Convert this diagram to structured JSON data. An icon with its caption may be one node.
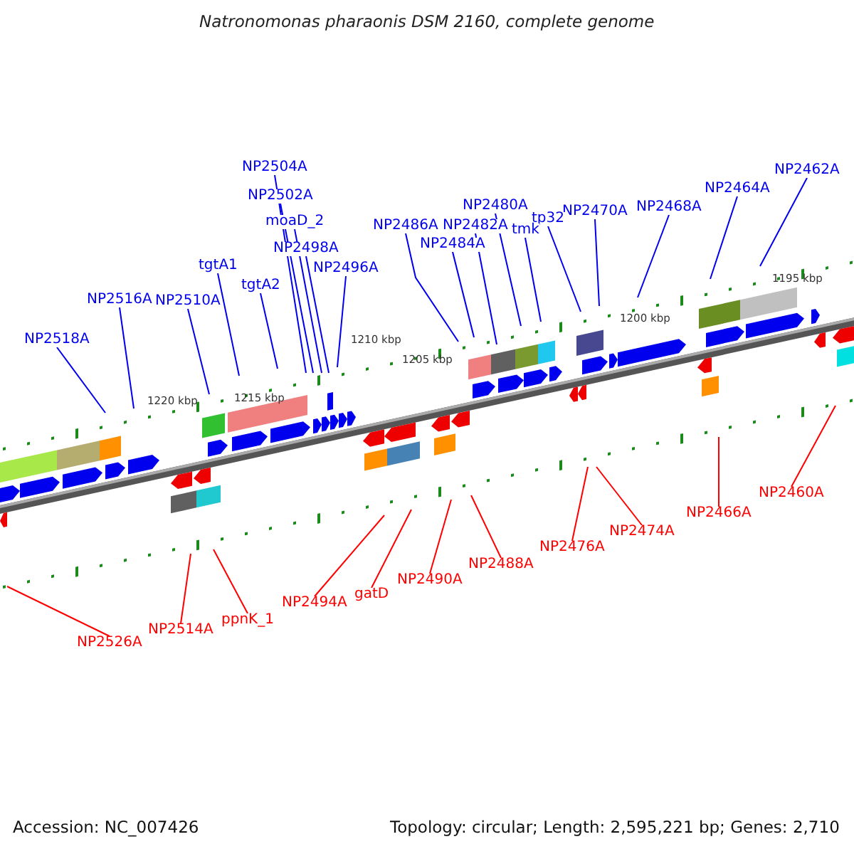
{
  "diagram": {
    "title": "Natronomonas pharaonis DSM 2160, complete genome",
    "nodes": [
      {
        "text": [
          "NP2504A"
        ]
      },
      {
        "text": [
          "NP2462A"
        ]
      },
      {
        "text": [
          "NP2502A"
        ]
      },
      {
        "text": [
          "NP2464A"
        ]
      },
      {
        "text": [
          "NP2480A"
        ]
      },
      {
        "text": [
          "NP2468A"
        ]
      },
      {
        "text": [
          "NP2470A"
        ]
      },
      {
        "text": [
          "tp32"
        ]
      },
      {
        "text": [
          "moaD_2"
        ]
      },
      {
        "text": [
          "NP2486A"
        ]
      },
      {
        "text": [
          "NP2482A"
        ]
      },
      {
        "text": [
          "tmk"
        ]
      },
      {
        "text": [
          "NP2484A"
        ]
      },
      {
        "text": [
          "NP2498A"
        ]
      },
      {
        "text": [
          "tgtA1"
        ]
      },
      {
        "text": [
          "NP2496A"
        ]
      },
      {
        "text": [
          "tgtA2"
        ]
      },
      {
        "text": [
          "NP2516A"
        ]
      },
      {
        "text": [
          "NP2510A"
        ]
      },
      {
        "text": [
          "NP2518A"
        ]
      },
      {
        "text": [
          "NP2460A"
        ]
      },
      {
        "text": [
          "NP2466A"
        ]
      },
      {
        "text": [
          "NP2474A"
        ]
      },
      {
        "text": [
          "NP2476A"
        ]
      },
      {
        "text": [
          "NP2488A"
        ]
      },
      {
        "text": [
          "NP2490A"
        ]
      },
      {
        "text": [
          "gatD"
        ]
      },
      {
        "text": [
          "NP2494A"
        ]
      },
      {
        "text": [
          "ppnK_1"
        ]
      },
      {
        "text": [
          "NP2514A"
        ]
      },
      {
        "text": [
          "NP2526A"
        ]
      }
    ],
    "edges": [
      {
        "from": 0,
        "to": null,
        "arrow": "none"
      },
      {
        "from": 1,
        "to": null,
        "arrow": "none"
      },
      {
        "from": 2,
        "to": null,
        "arrow": "none"
      },
      {
        "from": 3,
        "to": null,
        "arrow": "none"
      },
      {
        "from": 4,
        "to": null,
        "arrow": "none"
      },
      {
        "from": 5,
        "to": null,
        "arrow": "none"
      },
      {
        "from": 6,
        "to": null,
        "arrow": "none"
      },
      {
        "from": 7,
        "to": null,
        "arrow": "none"
      },
      {
        "from": 8,
        "to": null,
        "arrow": "none"
      },
      {
        "from": 9,
        "to": null,
        "arrow": "none"
      },
      {
        "from": 10,
        "to": null,
        "arrow": "none"
      },
      {
        "from": 11,
        "to": null,
        "arrow": "none"
      },
      {
        "from": 12,
        "to": null,
        "arrow": "none"
      },
      {
        "from": 13,
        "to": null,
        "arrow": "none"
      },
      {
        "from": 14,
        "to": null,
        "arrow": "none"
      },
      {
        "from": 15,
        "to": null,
        "arrow": "none"
      },
      {
        "from": 16,
        "to": null,
        "arrow": "none"
      },
      {
        "from": 17,
        "to": null,
        "arrow": "none"
      },
      {
        "from": 18,
        "to": null,
        "arrow": "none"
      },
      {
        "from": 19,
        "to": null,
        "arrow": "none"
      },
      {
        "from": 20,
        "to": null,
        "arrow": "none",
        "color": "#ff0000"
      },
      {
        "from": 21,
        "to": null,
        "arrow": "none",
        "color": "#ff0000"
      },
      {
        "from": 22,
        "to": null,
        "arrow": "none",
        "color": "#ff0000"
      },
      {
        "from": 23,
        "to": null,
        "arrow": "none",
        "color": "#ff0000"
      },
      {
        "from": 24,
        "to": null,
        "arrow": "none",
        "color": "#ff0000"
      },
      {
        "from": 25,
        "to": null,
        "arrow": "none",
        "color": "#ff0000"
      },
      {
        "from": 26,
        "to": null,
        "arrow": "none",
        "color": "#ff0000"
      },
      {
        "from": 27,
        "to": null,
        "arrow": "none",
        "color": "#ff0000"
      },
      {
        "from": 28,
        "to": null,
        "arrow": "none",
        "color": "#ff0000"
      },
      {
        "from": 29,
        "to": null,
        "arrow": "none",
        "color": "#ff0000"
      },
      {
        "from": 30,
        "to": null,
        "arrow": "none",
        "color": "#ff0000"
      }
    ],
    "labels": [
      "1195 kbp",
      "1200 kbp",
      "1205 kbp",
      "1210 kbp",
      "1215 kbp",
      "1220 kbp",
      "Accession: NC_007426",
      "Topology: circular; Length: 2,595,221 bp; Genes: 2,710"
    ]
  }
}
